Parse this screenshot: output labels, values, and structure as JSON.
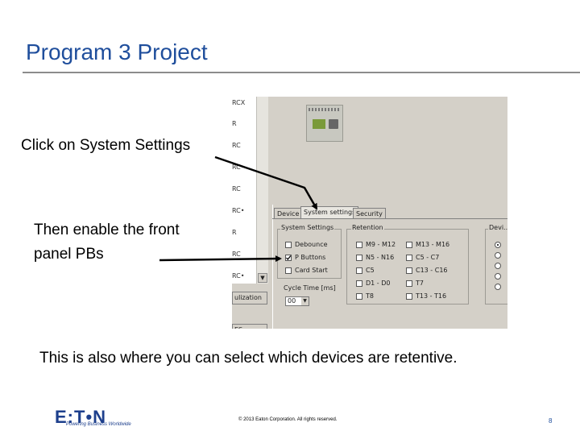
{
  "slide": {
    "title": "Program 3 Project",
    "callout1": "Click on System Settings",
    "callout2": "Then enable the front panel PBs",
    "bottom_text": "This is also where you can select which devices are retentive.",
    "logo": "E:T•N",
    "tagline": "Powering Business Worldwide",
    "copyright": "© 2013 Eaton Corporation. All rights reserved.",
    "page_number": "8",
    "colors": {
      "title": "#1f4e9c",
      "rule": "#8c8c8c",
      "logo": "#1d3f8c"
    }
  },
  "screenshot": {
    "tree_items": [
      "RCX",
      "R",
      "RC",
      "RC•",
      "RC",
      "RC•",
      "R",
      "RC",
      "RC•"
    ],
    "left_buttons": [
      "ulization",
      "ES"
    ],
    "tabs": [
      "Device",
      "System settings",
      "Security"
    ],
    "system_settings_group": "System Settings",
    "settings_items": [
      "Debounce",
      "P Buttons",
      "Card Start"
    ],
    "cycle_time_label": "Cycle Time [ms]",
    "cycle_time_value": "00",
    "retention_group": "Retention",
    "retention_col1": [
      "M9 - M12",
      "N5 - N16",
      "C5",
      "D1 - D0",
      "T8"
    ],
    "retention_col2": [
      "M13 - M16",
      "C5 - C7",
      "C13 - C16",
      "T7",
      "T13 - T16"
    ],
    "device_group": "Devi..."
  }
}
